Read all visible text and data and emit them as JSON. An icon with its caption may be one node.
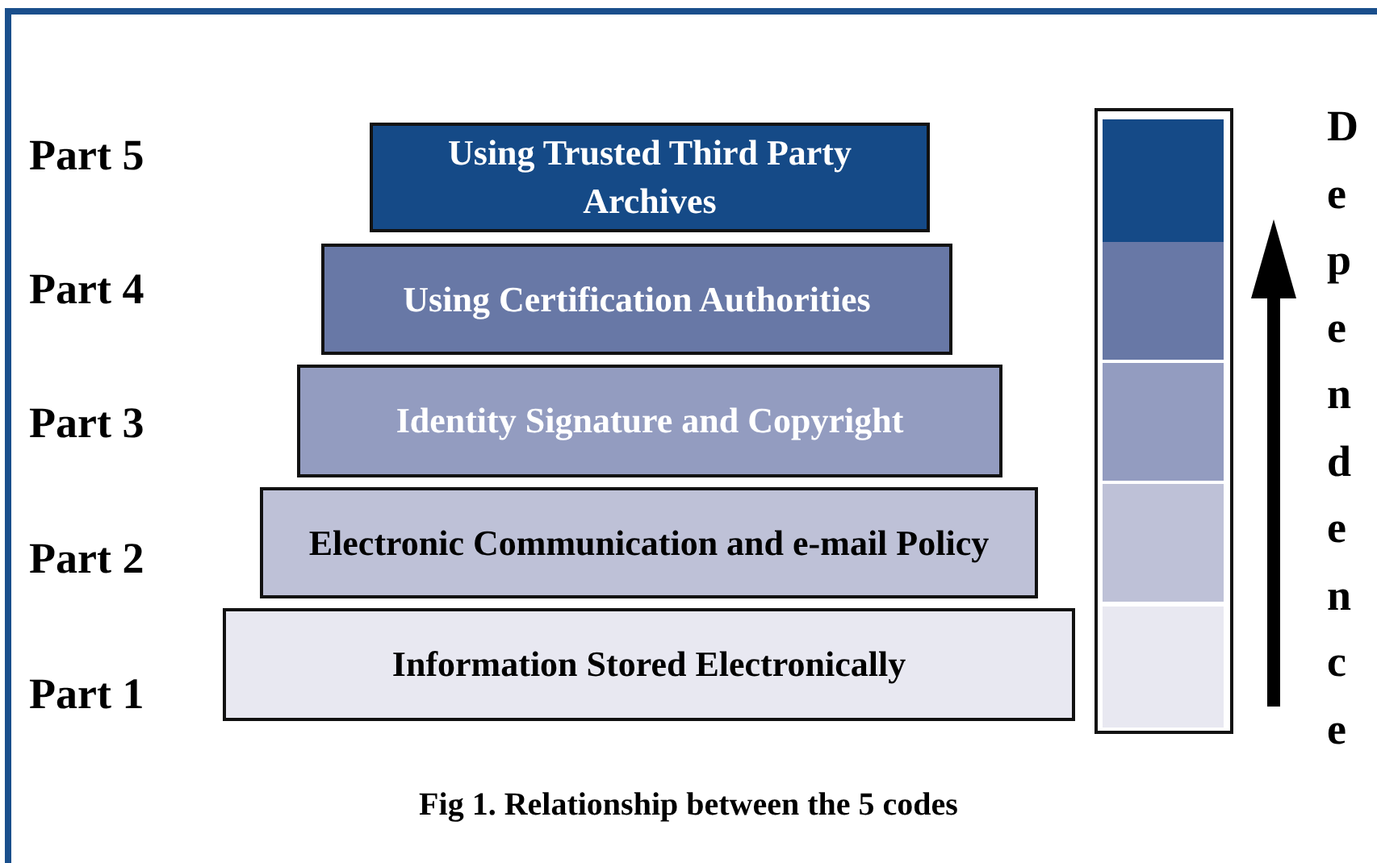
{
  "diagram": {
    "caption": "Fig 1. Relationship between the 5 codes",
    "nodes": [
      {
        "text": [
          "Using Trusted Third Party Archives"
        ]
      },
      {
        "text": [
          "Using Certification Authorities"
        ]
      },
      {
        "text": [
          "Identity Signature and Copyright"
        ]
      },
      {
        "text": [
          "Electronic Communication and e-mail Policy"
        ]
      },
      {
        "text": [
          "Information Stored Electronically"
        ]
      }
    ],
    "edges": [],
    "labels": [
      "Part 5",
      "Part 4",
      "Part 3",
      "Part 2",
      "Part 1",
      "Dependence"
    ]
  }
}
